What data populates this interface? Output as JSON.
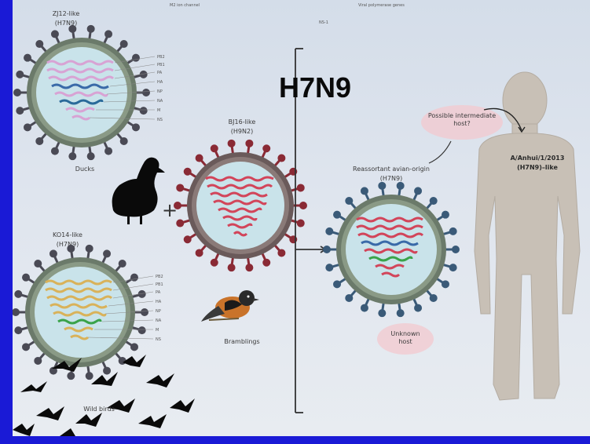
{
  "diagram": {
    "title": "H7N9",
    "top_left_note": "M2 ion channel",
    "top_right_note": "Viral polymerase genes",
    "top_mid_note": "NS-1",
    "zj12": {
      "name": "ZJ12-like",
      "subtype": "(H7N9)"
    },
    "bj16": {
      "name": "BJ16-like",
      "subtype": "(H9N2)"
    },
    "ko14": {
      "name": "KO14-like",
      "subtype": "(H7N9)"
    },
    "reassortant": {
      "name": "Reassortant avian-origin",
      "subtype": "(H7N9)"
    },
    "ducks_label": "Ducks",
    "bramblings_label": "Bramblings",
    "wild_birds_label": "Wild birds",
    "plus_sign": "+",
    "intermediate_host": "Possible intermediate host?",
    "unknown_host": "Unknown host",
    "human_strain": "A/Anhui/1/2013 (H7N9)–like",
    "segments": [
      "PB2",
      "PB1",
      "PA",
      "HA",
      "NP",
      "NA",
      "M",
      "NS"
    ],
    "colors": {
      "slide_bg": "#1a1ad6",
      "h7_virus_spikes": "#4a4a55",
      "h9_virus_spikes": "#8a2a35",
      "pink_gene": "#d8a3d4",
      "blue_gene": "#3a6aa8",
      "red_gene": "#d2455a",
      "yellow_gene": "#d9b25a",
      "green_gene": "#3aa34a",
      "human_silhouette": "#c8c0b6"
    }
  }
}
